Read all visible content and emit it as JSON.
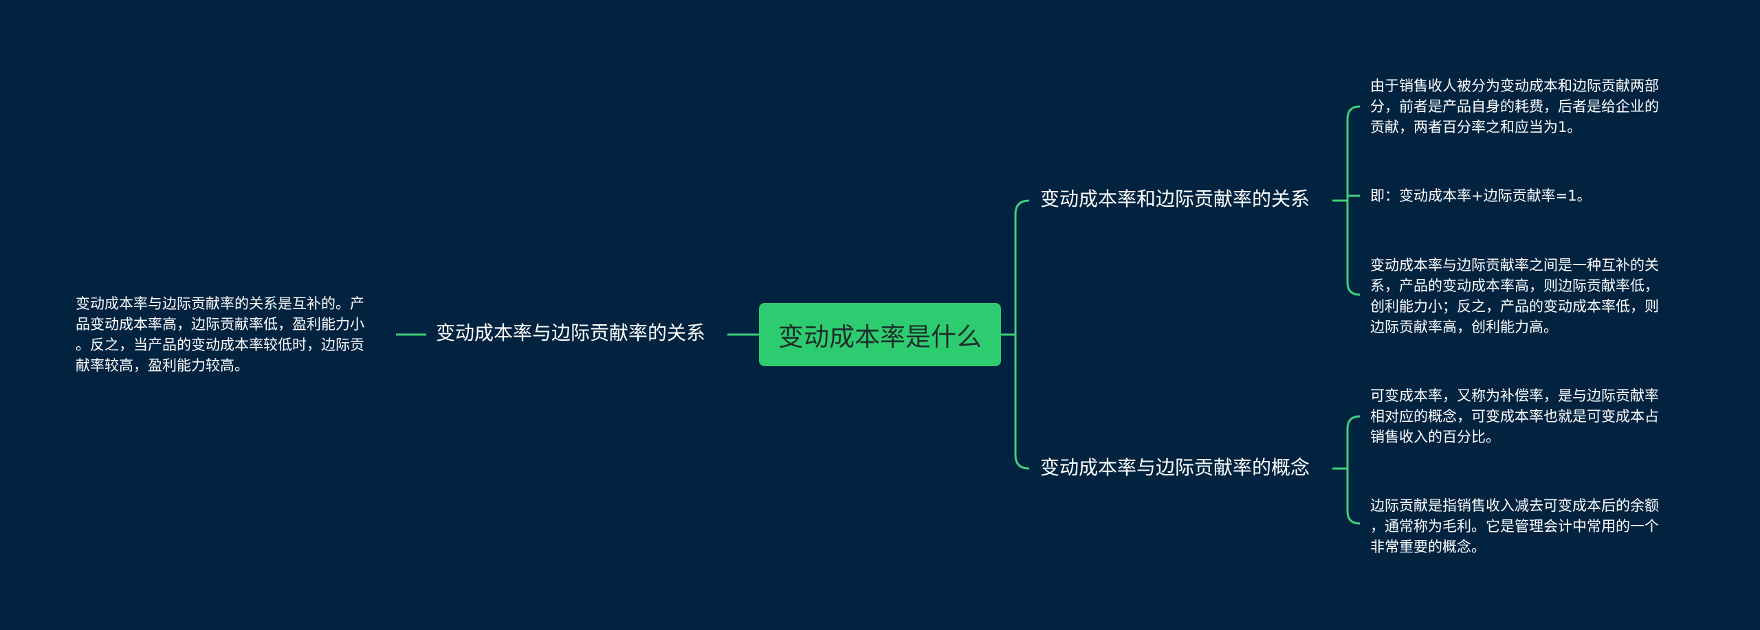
{
  "mindmap": {
    "root": "变动成本率是什么",
    "left_branch": {
      "label": "变动成本率与边际贡献率的关系",
      "note": [
        "变动成本率与边际贡献率的关系是互补的。产",
        "品变动成本率高，边际贡献率低，盈利能力小",
        "。反之，当产品的变动成本率较低时，边际贡",
        "献率较高，盈利能力较高。"
      ]
    },
    "right_top_branch": {
      "label": "变动成本率和边际贡献率的关系",
      "note1": [
        "由于销售收人被分为变动成本和边际贡献两部",
        "分，前者是产品自身的耗费，后者是给企业的",
        "贡献，两者百分率之和应当为1。"
      ],
      "note2": [
        "即：变动成本率+边际贡献率=1。"
      ],
      "note3": [
        "变动成本率与边际贡献率之间是一种互补的关",
        "系，产品的变动成本率高，则边际贡献率低，",
        "创利能力小；反之，产品的变动成本率低，则",
        "边际贡献率高，创利能力高。"
      ]
    },
    "right_bottom_branch": {
      "label": "变动成本率与边际贡献率的概念",
      "note1": [
        "可变成本率，又称为补偿率，是与边际贡献率",
        "相对应的概念，可变成本率也就是可变成本占",
        "销售收入的百分比。"
      ],
      "note2": [
        "边际贡献是指销售收入减去可变成本后的余额",
        "，通常称为毛利。它是管理会计中常用的一个",
        "非常重要的概念。"
      ]
    }
  },
  "colors": {
    "background": "#012340",
    "root_fill": "#2ecc71",
    "connector": "#3fd07a"
  }
}
